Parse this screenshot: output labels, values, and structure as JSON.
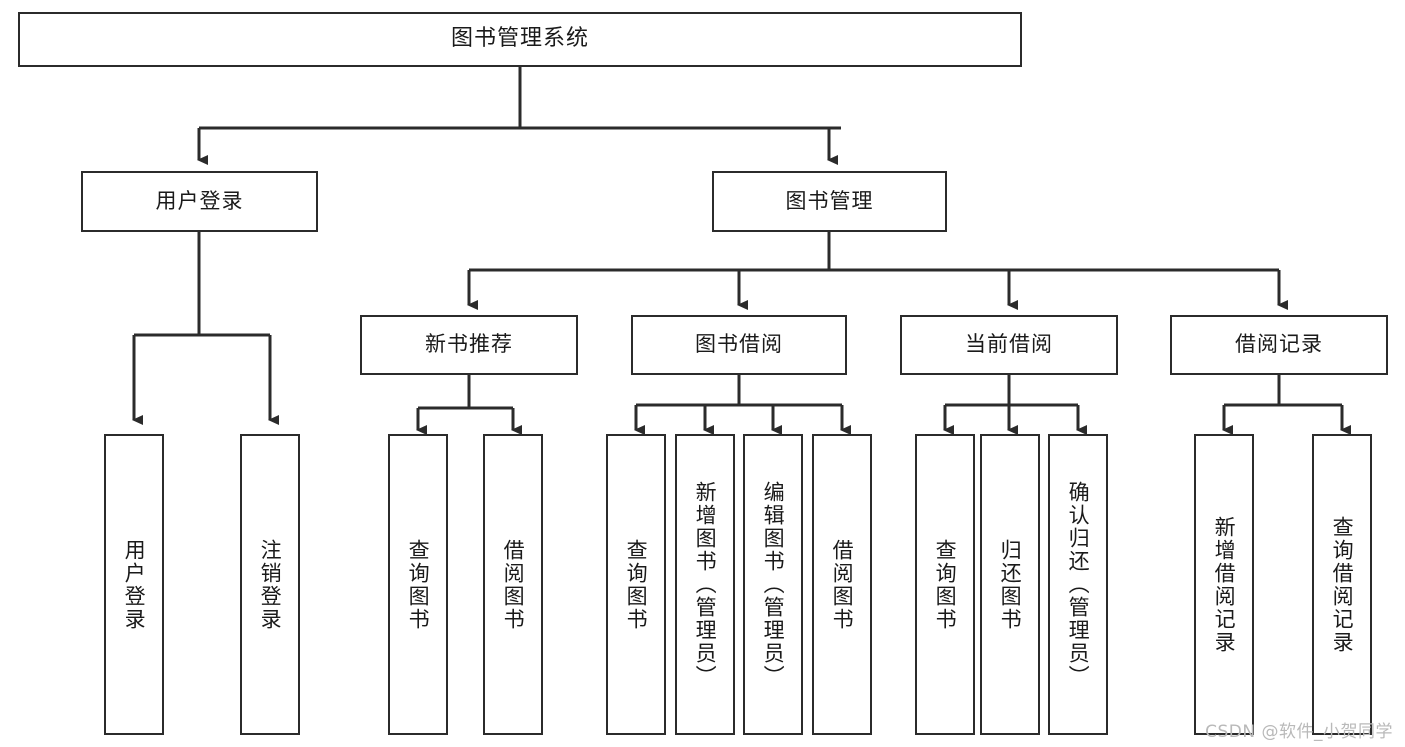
{
  "diagram": {
    "title": "图书管理系统",
    "type": "hierarchy-tree",
    "watermark": "CSDN @软件_小贺同学",
    "colors": {
      "box_border": "#2b2b2b",
      "box_fill": "#ffffff",
      "edge": "#2b2b2b",
      "text": "#1a1a1a",
      "watermark": "#b9b9b9"
    },
    "root": {
      "label": "图书管理系统"
    },
    "level2": [
      {
        "label": "用户登录"
      },
      {
        "label": "图书管理"
      }
    ],
    "level3": [
      {
        "label": "新书推荐"
      },
      {
        "label": "图书借阅"
      },
      {
        "label": "当前借阅"
      },
      {
        "label": "借阅记录"
      }
    ],
    "leaves": {
      "user_login": [
        {
          "label": "用户登录"
        },
        {
          "label": "注销登录"
        }
      ],
      "new_book_recommend": [
        {
          "label": "查询图书"
        },
        {
          "label": "借阅图书"
        }
      ],
      "book_borrow": [
        {
          "label": "查询图书"
        },
        {
          "label": "新增图书（管理员）"
        },
        {
          "label": "编辑图书（管理员）"
        },
        {
          "label": "借阅图书"
        }
      ],
      "current_borrow": [
        {
          "label": "查询图书"
        },
        {
          "label": "归还图书"
        },
        {
          "label": "确认归还（管理员）"
        }
      ],
      "borrow_record": [
        {
          "label": "新增借阅记录"
        },
        {
          "label": "查询借阅记录"
        }
      ]
    }
  }
}
